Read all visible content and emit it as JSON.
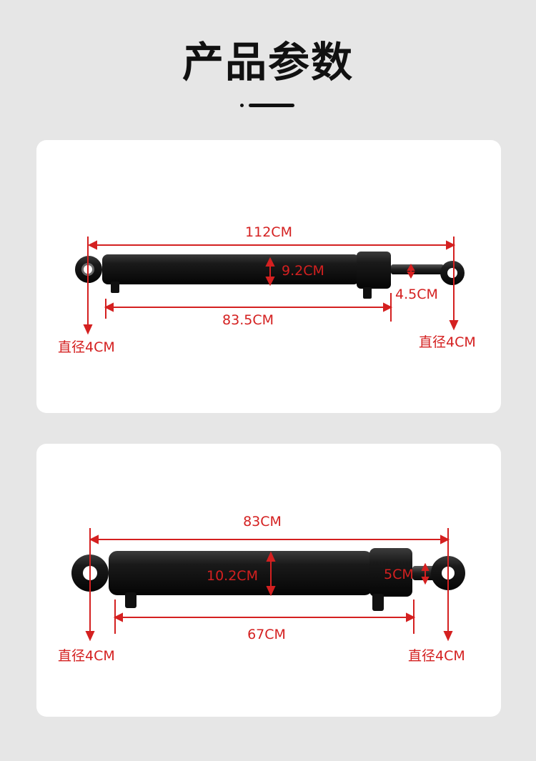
{
  "title": "产品参数",
  "colors": {
    "background": "#e6e6e6",
    "card": "#ffffff",
    "dimension": "#d42020",
    "cylinder": "#141414"
  },
  "product_1": {
    "total_length": "112CM",
    "body_diameter": "9.2CM",
    "rod_diameter": "4.5CM",
    "body_length": "83.5CM",
    "left_hole": "直径4CM",
    "right_hole": "直径4CM"
  },
  "product_2": {
    "total_length": "83CM",
    "body_diameter": "10.2CM",
    "rod_diameter": "5CM",
    "body_length": "67CM",
    "left_hole": "直径4CM",
    "right_hole": "直径4CM"
  }
}
